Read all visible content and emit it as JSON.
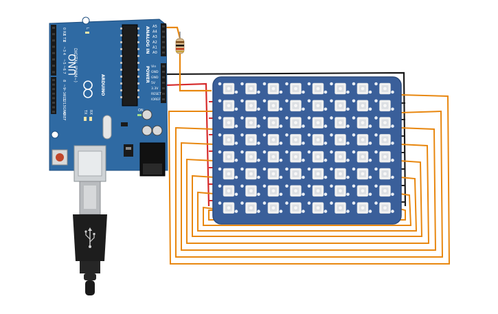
{
  "colors": {
    "board": "#2f6aa3",
    "board_dark": "#1f4f80",
    "header": "#1a1a1a",
    "matrix": "#3a5f9a",
    "wire_data": "#e8870f",
    "wire_power": "#d62b2b",
    "wire_ground": "#1a1a1a"
  },
  "arduino": {
    "brand": "ARDUINO",
    "model": "UNO",
    "digital_header_title": "DIGITAL (PWM~)",
    "analog_header_title": "ANALOG IN",
    "power_header_title": "POWER",
    "digital_pins": [
      "0 RX",
      "1 TX",
      "2",
      "~3",
      "4",
      "~5",
      "~6",
      "7",
      "8",
      "~9",
      "~10",
      "~11",
      "12",
      "13",
      "GND",
      "AREF"
    ],
    "analog_pins": [
      "A5",
      "A4",
      "A3",
      "A2",
      "A1",
      "A0"
    ],
    "power_pins": [
      "Vin",
      "GND",
      "GND",
      "5V",
      "3.3V",
      "RESET",
      "IOREF"
    ],
    "led_labels": [
      "L",
      "TX",
      "RX"
    ],
    "on_label": "ON"
  },
  "neopixel_matrix": {
    "rows": 8,
    "cols": 8
  },
  "usb_cable": {
    "connector_icon": "usb-icon"
  }
}
